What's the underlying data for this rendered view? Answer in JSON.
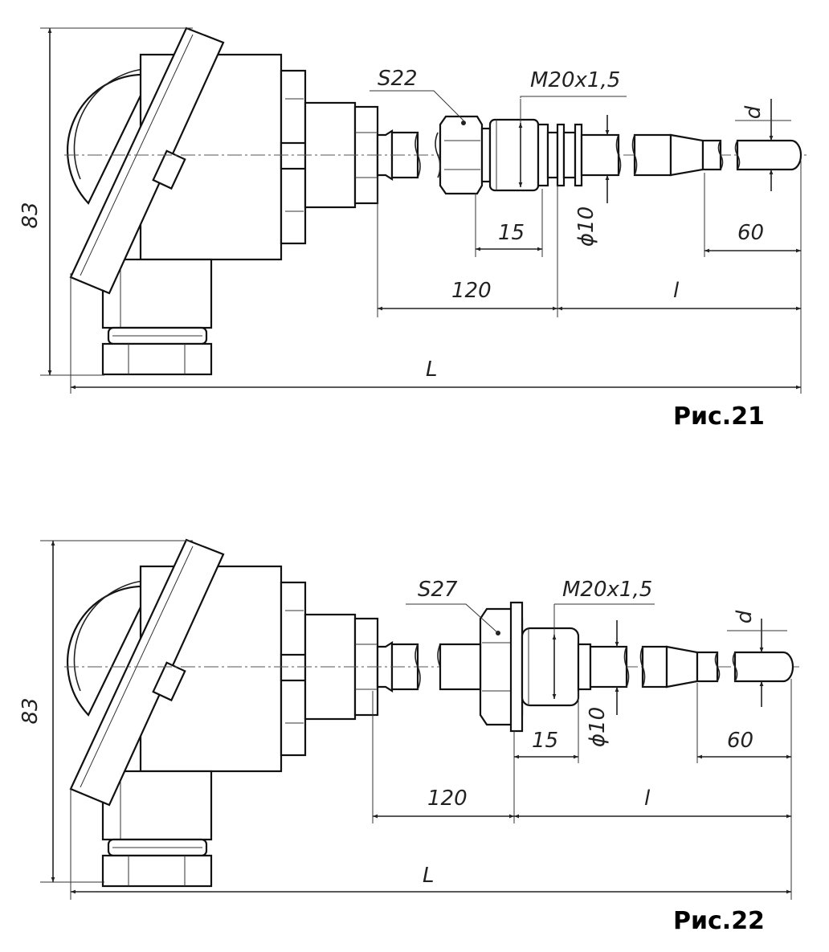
{
  "figures": [
    {
      "caption": "Рис.21",
      "dims": {
        "height": "83",
        "wrench": "S22",
        "thread": "M20x1,5",
        "thread_len": "15",
        "diameter": "ϕ10",
        "probe_dia": "d",
        "tip_len": "60",
        "head_len": "120",
        "immersion": "l",
        "total": "L"
      }
    },
    {
      "caption": "Рис.22",
      "dims": {
        "height": "83",
        "wrench": "S27",
        "thread": "M20x1,5",
        "thread_len": "15",
        "diameter": "ϕ10",
        "probe_dia": "d",
        "tip_len": "60",
        "head_len": "120",
        "immersion": "l",
        "total": "L"
      }
    }
  ]
}
